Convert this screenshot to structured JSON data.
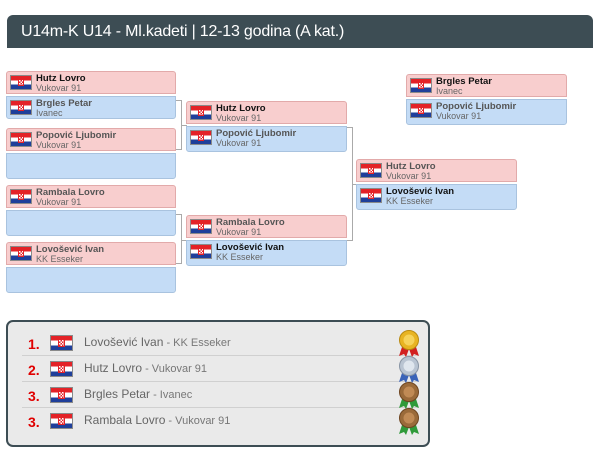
{
  "header": {
    "title": "U14m-K U14 - Ml.kadeti | 12-13 godina (A kat.)"
  },
  "bracket": {
    "round1": [
      {
        "top": {
          "name": "Hutz Lovro",
          "club": "Vukovar 91",
          "winner": true
        },
        "bottom": {
          "name": "Brgles Petar",
          "club": "Ivanec",
          "winner": false
        }
      },
      {
        "top": {
          "name": "Popović Ljubomir",
          "club": "Vukovar 91",
          "winner": false
        },
        "bottom": {
          "name": "",
          "club": "",
          "winner": false
        }
      },
      {
        "top": {
          "name": "Rambala Lovro",
          "club": "Vukovar 91",
          "winner": false
        },
        "bottom": {
          "name": "",
          "club": "",
          "winner": false
        }
      },
      {
        "top": {
          "name": "Lovošević Ivan",
          "club": "KK Esseker",
          "winner": false
        },
        "bottom": {
          "name": "",
          "club": "",
          "winner": false
        }
      }
    ],
    "round2": [
      {
        "top": {
          "name": "Hutz Lovro",
          "club": "Vukovar 91",
          "winner": true
        },
        "bottom": {
          "name": "Popović Ljubomir",
          "club": "Vukovar 91",
          "winner": false
        }
      },
      {
        "top": {
          "name": "Rambala Lovro",
          "club": "Vukovar 91",
          "winner": false
        },
        "bottom": {
          "name": "Lovošević Ivan",
          "club": "KK Esseker",
          "winner": true
        }
      }
    ],
    "final": {
      "top": {
        "name": "Hutz Lovro",
        "club": "Vukovar 91",
        "winner": false
      },
      "bottom": {
        "name": "Lovošević Ivan",
        "club": "KK Esseker",
        "winner": true
      }
    },
    "third_place": {
      "top": {
        "name": "Brgles Petar",
        "club": "Ivanec",
        "winner": true
      },
      "bottom": {
        "name": "Popović Ljubomir",
        "club": "Vukovar 91",
        "winner": false
      }
    }
  },
  "results": [
    {
      "rank": "1.",
      "name": "Lovošević Ivan",
      "club": " - KK Esseker",
      "medal": "gold-medal"
    },
    {
      "rank": "2.",
      "name": "Hutz Lovro",
      "club": " - Vukovar 91",
      "medal": "silver-medal"
    },
    {
      "rank": "3.",
      "name": "Brgles Petar",
      "club": " - Ivanec",
      "medal": "bronze-medal"
    },
    {
      "rank": "3.",
      "name": "Rambala Lovro",
      "club": " - Vukovar 91",
      "medal": "bronze-medal"
    }
  ],
  "colors": {
    "header_bg": "#3d4d54",
    "slot_red": "#f8cece",
    "slot_blue": "#c4dcf6",
    "rank_red": "#e00000",
    "gold": "#e8b422",
    "silver": "#b9c4d2",
    "bronze": "#9a6a3a",
    "ribbon_gold": "#d22020",
    "ribbon_silver": "#3a63b8",
    "ribbon_bronze": "#2f9a3a"
  }
}
